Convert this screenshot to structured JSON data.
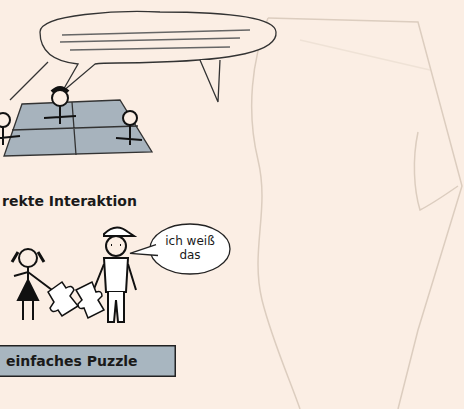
{
  "diagram": {
    "nodes": [
      {
        "text": [
          "ich weiß das"
        ]
      },
      {
        "text": [
          "einfaches Puzzle"
        ]
      }
    ],
    "labels": [
      "rekte Interaktion"
    ]
  }
}
